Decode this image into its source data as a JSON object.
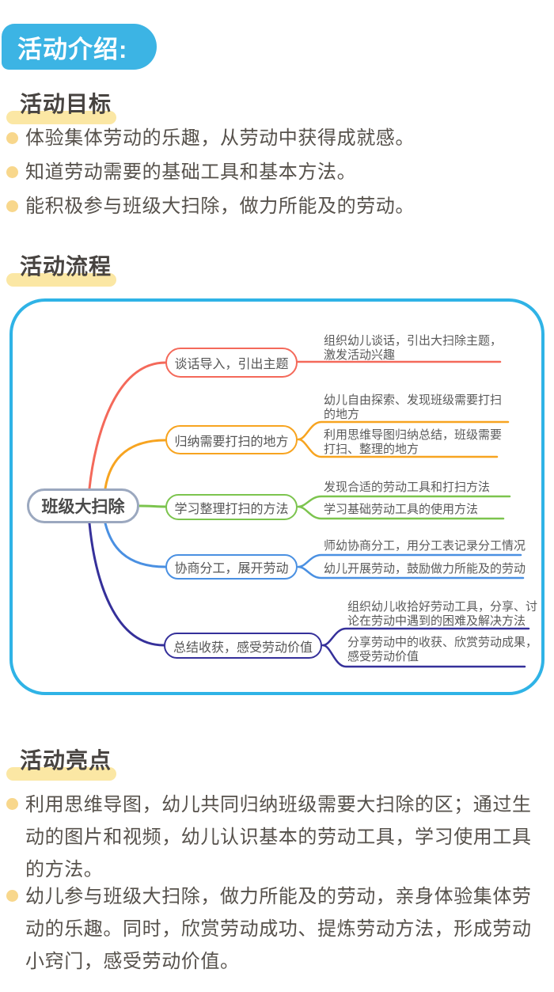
{
  "header": {
    "badge": "活动介绍:"
  },
  "sections": {
    "goals": {
      "title": "活动目标",
      "items": [
        "体验集体劳动的乐趣，从劳动中获得成就感。",
        "知道劳动需要的基础工具和基本方法。",
        "能积极参与班级大扫除，做力所能及的劳动。"
      ]
    },
    "process": {
      "title": "活动流程"
    },
    "highlights": {
      "title": "活动亮点",
      "items": [
        {
          "lines": [
            "利用思维导图，幼儿共同归纳班级需要大扫除的区；通过生",
            "动的图片和视频，幼儿认识基本的劳动工具，学习使用工具",
            "的方法。"
          ]
        },
        {
          "lines": [
            "幼儿参与班级大扫除，做力所能及的劳动，亲身体验集体劳",
            "动的乐趣。同时，欣赏劳动成功、提炼劳动方法，形成劳动",
            "小窍门，感受劳动价值。"
          ]
        }
      ]
    }
  },
  "mindmap": {
    "root": "班级大扫除",
    "branches": [
      {
        "label": "谈话导入，引出主题",
        "color": "#f4695a",
        "children": [
          {
            "lines": [
              "组织幼儿谈话，引出大扫除主题，",
              "激发活动兴趣"
            ]
          }
        ]
      },
      {
        "label": "归纳需要打扫的地方",
        "color": "#f7a420",
        "children": [
          {
            "lines": [
              "幼儿自由探索、发现班级需要打扫",
              "的地方"
            ]
          },
          {
            "lines": [
              "利用思维导图归纳总结，班级需要",
              "打扫、整理的地方"
            ]
          }
        ]
      },
      {
        "label": "学习整理打扫的方法",
        "color": "#7cc44e",
        "children": [
          {
            "lines": [
              "发现合适的劳动工具和打扫方法"
            ]
          },
          {
            "lines": [
              "学习基础劳动工具的使用方法"
            ]
          }
        ]
      },
      {
        "label": "协商分工，展开劳动",
        "color": "#4a90e2",
        "children": [
          {
            "lines": [
              "师幼协商分工，用分工表记录分工情况"
            ]
          },
          {
            "lines": [
              "幼儿开展劳动，鼓励做力所能及的劳动"
            ]
          }
        ]
      },
      {
        "label": "总结收获，感受劳动价值",
        "color": "#35309a",
        "children": [
          {
            "lines": [
              "组织幼儿收拾好劳动工具，分享、讨",
              "论在劳动中遇到的困难及解决方法"
            ]
          },
          {
            "lines": [
              "分享劳动中的收获、欣赏劳动成果，",
              "感受劳动价值"
            ]
          }
        ]
      }
    ]
  },
  "colors": {
    "badge_blue": "#3cb4e4",
    "container_border": "#2fb3e6",
    "highlight_yellow": "#fbe7a4",
    "bullet_yellow": "#f8d78c",
    "branch_red": "#f4695a",
    "branch_orange": "#f7a420",
    "branch_green": "#7cc44e",
    "branch_blue": "#4a90e2",
    "branch_indigo": "#35309a",
    "root_border": "#9ba8bf",
    "heading_text": "#474340",
    "body_text": "#56514b"
  }
}
